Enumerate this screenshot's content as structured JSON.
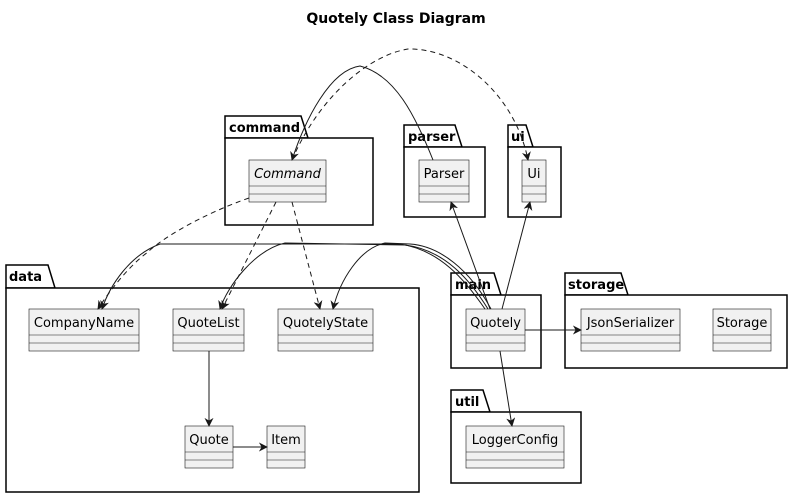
{
  "title": "Quotely Class Diagram",
  "packages": {
    "command": "command",
    "parser": "parser",
    "ui": "ui",
    "data": "data",
    "main": "main",
    "storage": "storage",
    "util": "util"
  },
  "classes": {
    "command": "Command",
    "parser": "Parser",
    "ui": "Ui",
    "company_name": "CompanyName",
    "quote_list": "QuoteList",
    "quotely_state": "QuotelyState",
    "quote": "Quote",
    "item": "Item",
    "quotely": "Quotely",
    "json_serializer": "JsonSerializer",
    "storage": "Storage",
    "logger_config": "LoggerConfig"
  },
  "colors": {
    "class_fill": "#f1f1f1",
    "line": "#181818"
  }
}
